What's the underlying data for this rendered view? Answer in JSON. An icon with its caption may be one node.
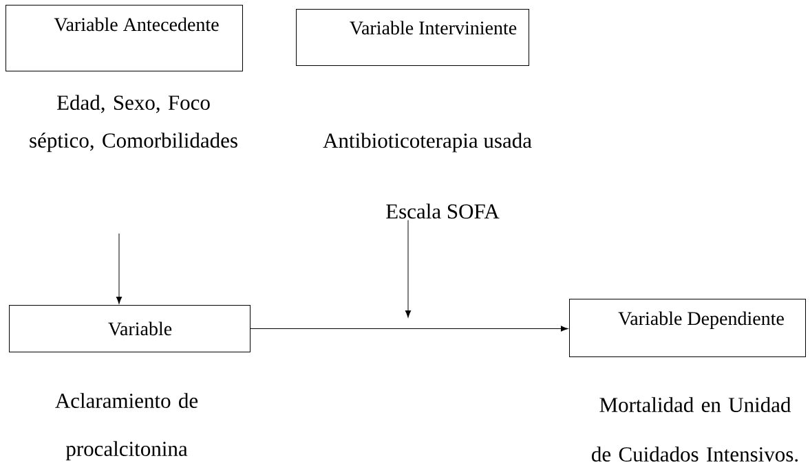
{
  "diagram": {
    "nodes": [
      {
        "text": [
          "Variable Antecedente"
        ],
        "beside": [
          "Edad, Sexo, Foco séptico, Comorbilidades"
        ]
      },
      {
        "text": [
          "Variable Interviniente"
        ]
      },
      {
        "text": [
          "Variable"
        ],
        "beside": [
          "Aclaramiento de procalcitonina"
        ]
      },
      {
        "text": [
          "Variable Dependiente"
        ],
        "beside": [
          "Mortalidad en Unidad de Cuidados Intensivos."
        ]
      },
      {
        "text": [
          "Escala SOFA"
        ]
      }
    ],
    "edges": [
      {
        "from": null,
        "to": 2,
        "arrow": "to"
      },
      {
        "from": 4,
        "to": null,
        "arrow": "to"
      },
      {
        "from": 2,
        "to": 3,
        "arrow": "to"
      }
    ],
    "labels": [
      "Antibioticoterapia usada"
    ]
  }
}
